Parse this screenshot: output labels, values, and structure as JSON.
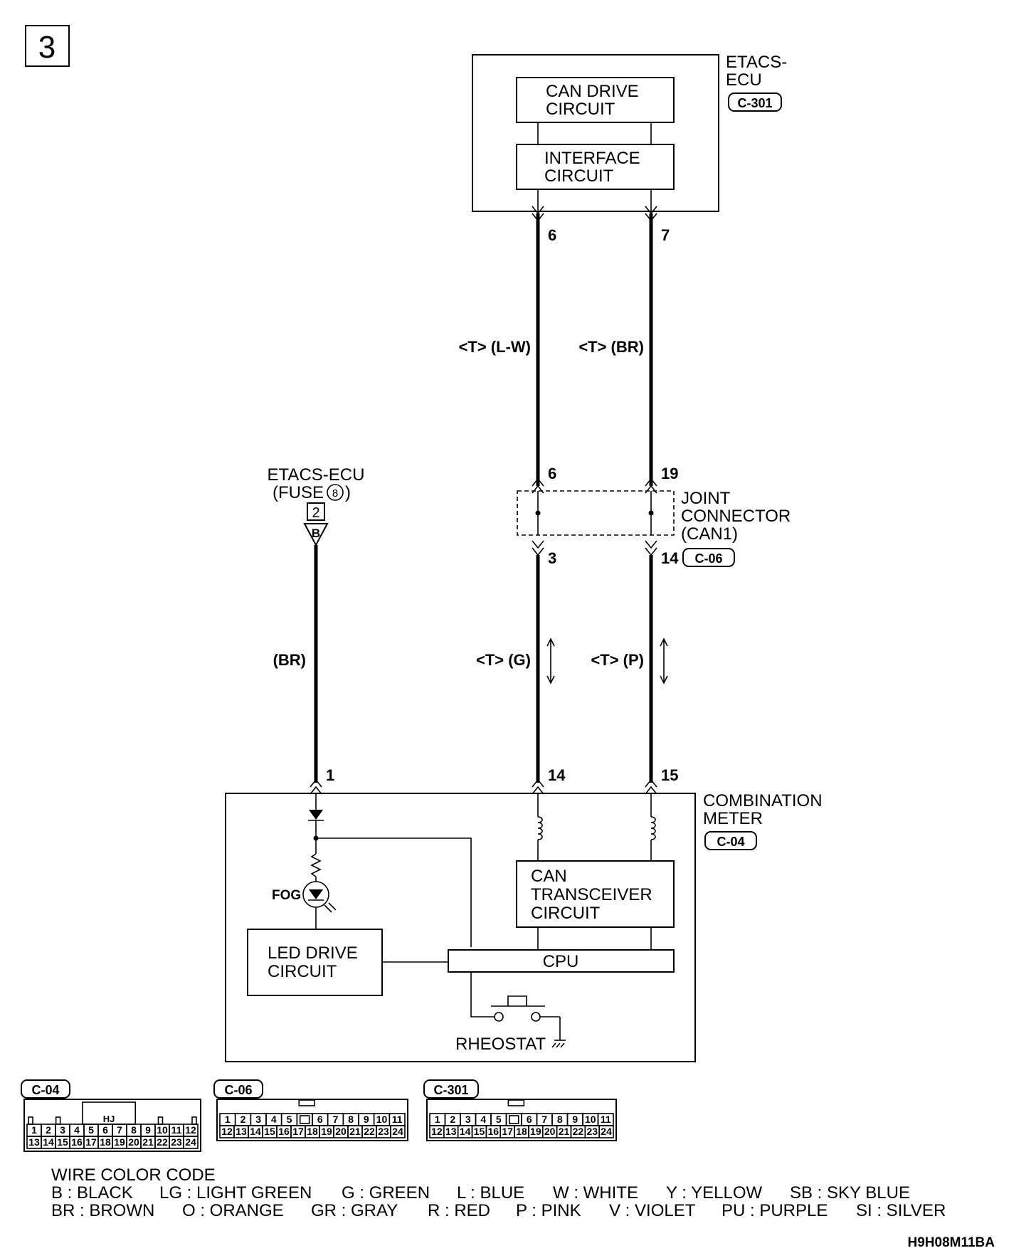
{
  "page_number": "3",
  "etacs_ecu": {
    "name_line1": "ETACS-",
    "name_line2": "ECU",
    "connector": "C-301",
    "can_drive_line1": "CAN DRIVE",
    "can_drive_line2": "CIRCUIT",
    "interface_line1": "INTERFACE",
    "interface_line2": "CIRCUIT",
    "pin_left": "6",
    "pin_right": "7"
  },
  "wires_upper": {
    "left_label": "<T> (L-W)",
    "right_label": "<T> (BR)"
  },
  "joint_connector": {
    "line1": "JOINT",
    "line2": "CONNECTOR",
    "line3": "(CAN1)",
    "connector": "C-06",
    "pin_top_left": "6",
    "pin_top_right": "19",
    "pin_bottom_left": "3",
    "pin_bottom_right": "14"
  },
  "fuse_source": {
    "line1": "ETACS-ECU",
    "line2_prefix": "(FUSE",
    "fuse_no": "8",
    "line2_suffix": ")",
    "terminal": "2",
    "marker": "B"
  },
  "wires_lower": {
    "left_label": "(BR)",
    "mid_label": "<T> (G)",
    "right_label": "<T> (P)"
  },
  "combination_meter": {
    "name_line1": "COMBINATION",
    "name_line2": "METER",
    "connector": "C-04",
    "pin1": "1",
    "pin14": "14",
    "pin15": "15",
    "fog_label": "FOG",
    "led_line1": "LED DRIVE",
    "led_line2": "CIRCUIT",
    "can_line1": "CAN",
    "can_line2": "TRANSCEIVER",
    "can_line3": "CIRCUIT",
    "cpu_label": "CPU",
    "rheostat_label": "RHEOSTAT"
  },
  "connector_views": [
    {
      "name": "C-04",
      "mark": "HJ",
      "row1": [
        "1",
        "2",
        "3",
        "4",
        "5",
        "6",
        "7",
        "8",
        "9",
        "10",
        "11",
        "12"
      ],
      "row2": [
        "13",
        "14",
        "15",
        "16",
        "17",
        "18",
        "19",
        "20",
        "21",
        "22",
        "23",
        "24"
      ]
    },
    {
      "name": "C-06",
      "row1": [
        "1",
        "2",
        "3",
        "4",
        "5",
        "6",
        "7",
        "8",
        "9",
        "10",
        "11"
      ],
      "row2": [
        "12",
        "13",
        "14",
        "15",
        "16",
        "17",
        "18",
        "19",
        "20",
        "21",
        "22",
        "23",
        "24"
      ]
    },
    {
      "name": "C-301",
      "row1": [
        "1",
        "2",
        "3",
        "4",
        "5",
        "6",
        "7",
        "8",
        "9",
        "10",
        "11"
      ],
      "row2": [
        "12",
        "13",
        "14",
        "15",
        "16",
        "17",
        "18",
        "19",
        "20",
        "21",
        "22",
        "23",
        "24"
      ]
    }
  ],
  "wire_color_code": {
    "title": "WIRE COLOR CODE",
    "row1": [
      "B : BLACK",
      "LG : LIGHT GREEN",
      "G : GREEN",
      "L : BLUE",
      "W : WHITE",
      "Y : YELLOW",
      "SB : SKY BLUE"
    ],
    "row2": [
      "BR : BROWN",
      "O : ORANGE",
      "GR : GRAY",
      "R : RED",
      "P : PINK",
      "V : VIOLET",
      "PU : PURPLE",
      "SI : SILVER"
    ]
  },
  "figure_code": "H9H08M11BA"
}
